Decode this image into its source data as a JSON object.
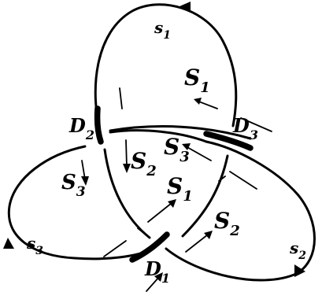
{
  "labels": {
    "s1_lower": {
      "main": "s",
      "sub": "1"
    },
    "s2_lower": {
      "main": "s",
      "sub": "2"
    },
    "s3_lower": {
      "main": "s",
      "sub": "3"
    },
    "S1_top": {
      "main": "S",
      "sub": "1"
    },
    "S1_mid": {
      "main": "S",
      "sub": "1"
    },
    "S2_center": {
      "main": "S",
      "sub": "2"
    },
    "S2_right": {
      "main": "S",
      "sub": "2"
    },
    "S3_center": {
      "main": "S",
      "sub": "3"
    },
    "S3_left": {
      "main": "S",
      "sub": "3"
    },
    "D1": {
      "main": "D",
      "sub": "1"
    },
    "D2": {
      "main": "D",
      "sub": "2"
    },
    "D3": {
      "main": "D",
      "sub": "3"
    }
  }
}
